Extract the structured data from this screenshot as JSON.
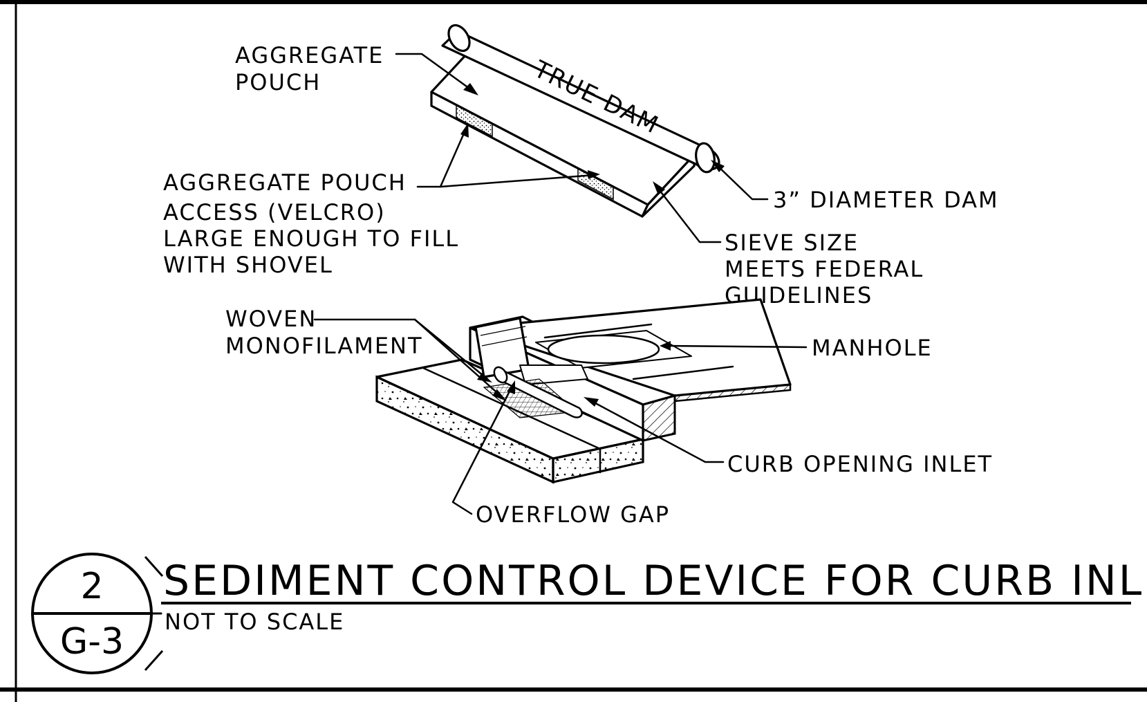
{
  "detail": {
    "number": "2",
    "sheet": "G-3",
    "title": "SEDIMENT CONTROL DEVICE FOR CURB INLET",
    "subtitle": "NOT TO SCALE"
  },
  "labels": {
    "aggregate_pouch": [
      "AGGREGATE",
      "POUCH"
    ],
    "true_dam": "TRUE DAM",
    "pouch_access": [
      "AGGREGATE POUCH",
      "ACCESS (VELCRO)",
      "LARGE ENOUGH TO FILL",
      "WITH SHOVEL"
    ],
    "dam_diameter": "3” DIAMETER DAM",
    "sieve_size": [
      "SIEVE SIZE",
      "MEETS FEDERAL",
      "GUIDELINES"
    ],
    "woven": [
      "WOVEN",
      "MONOFILAMENT"
    ],
    "manhole": "MANHOLE",
    "curb_opening": "CURB OPENING INLET",
    "overflow_gap": "OVERFLOW GAP"
  }
}
